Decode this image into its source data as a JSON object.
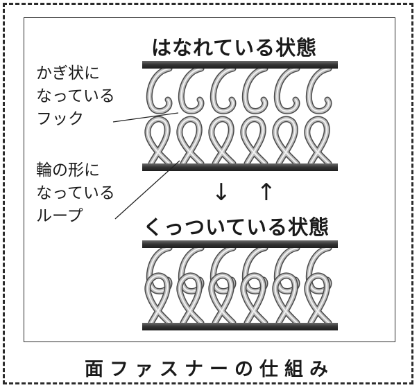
{
  "diagram": {
    "title_apart": "はなれている状態",
    "title_together": "くっついている状態",
    "hook_label": [
      "かぎ状に",
      "なっている",
      "フック"
    ],
    "loop_label": [
      "輪の形に",
      "なっている",
      "ループ"
    ],
    "arrow_down": "↓",
    "arrow_up": "↑",
    "caption": "面ファスナーの仕組み"
  }
}
